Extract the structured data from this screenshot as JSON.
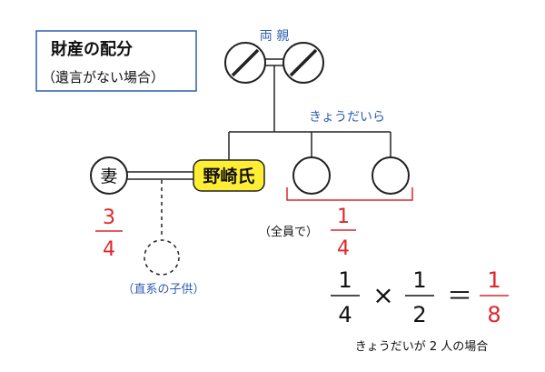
{
  "title_box": {
    "title": "財産の配分",
    "subtitle": "（遺言がない場合）"
  },
  "parents": {
    "label": "両 親"
  },
  "siblings": {
    "label": "きょうだいら"
  },
  "nozaki": {
    "label": "野崎氏"
  },
  "wife": {
    "label": "妻",
    "share_numerator": "3",
    "share_denominator": "4"
  },
  "child": {
    "label": "（直系の子供）"
  },
  "siblings_share": {
    "prefix": "（全員で）",
    "numerator": "1",
    "denominator": "4"
  },
  "formula": {
    "a_num": "1",
    "a_den": "4",
    "times": "×",
    "b_num": "1",
    "b_den": "2",
    "equals": "＝",
    "r_num": "1",
    "r_den": "8",
    "caption": "きょうだいが 2 人の場合"
  },
  "colors": {
    "blue": "#2f5fb3",
    "red": "#e0262b",
    "highlight": "#ffee33",
    "line": "#222222"
  }
}
